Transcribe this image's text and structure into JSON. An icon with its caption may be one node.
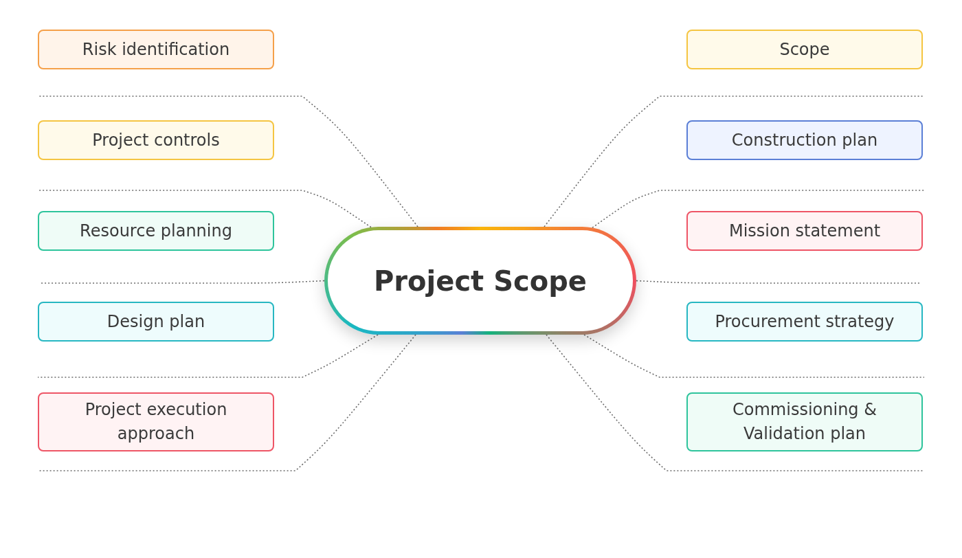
{
  "diagram": {
    "nodes": [
      {
        "text": [
          "Risk identification"
        ]
      },
      {
        "text": [
          "Scope"
        ]
      },
      {
        "text": [
          "Project controls"
        ]
      },
      {
        "text": [
          "Construction plan"
        ]
      },
      {
        "text": [
          "Resource planning"
        ]
      },
      {
        "text": [
          "Mission statement"
        ]
      },
      {
        "text": [
          "Project Scope"
        ]
      },
      {
        "text": [
          "Design plan"
        ]
      },
      {
        "text": [
          "Procurement strategy"
        ]
      },
      {
        "text": [
          "Project execution approach"
        ]
      },
      {
        "text": [
          "Commissioning & Validation plan"
        ]
      }
    ],
    "edges": [
      {
        "from": 6,
        "to": null,
        "arrow": "none"
      },
      {
        "from": 6,
        "to": null,
        "arrow": "none"
      },
      {
        "from": 6,
        "to": null,
        "arrow": "none"
      },
      {
        "from": 6,
        "to": null,
        "arrow": "none"
      },
      {
        "from": 6,
        "to": null,
        "arrow": "none"
      },
      {
        "from": 6,
        "to": null,
        "arrow": "none"
      },
      {
        "from": 6,
        "to": null,
        "arrow": "none"
      },
      {
        "from": 6,
        "to": null,
        "arrow": "none"
      },
      {
        "from": 6,
        "to": null,
        "arrow": "none"
      },
      {
        "from": 6,
        "to": null,
        "arrow": "none"
      }
    ]
  }
}
